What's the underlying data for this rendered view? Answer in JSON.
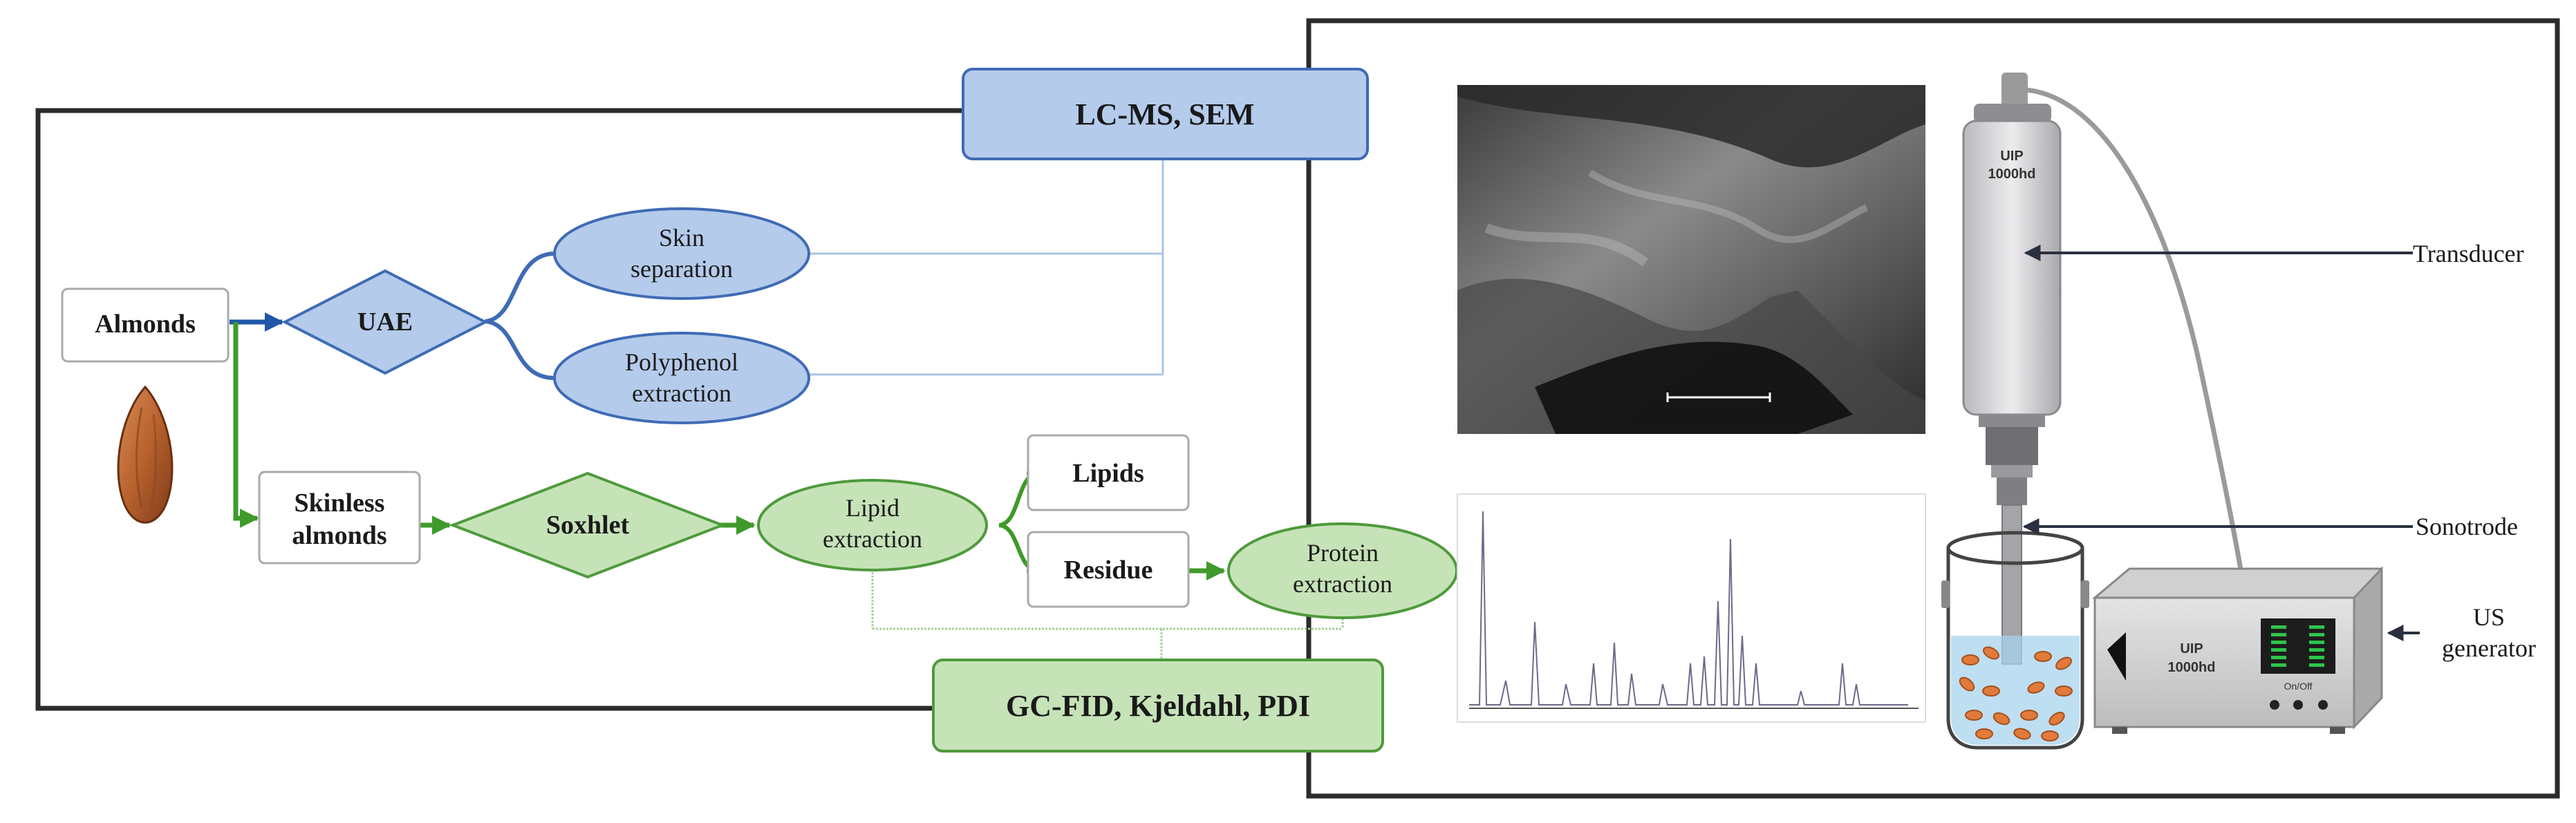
{
  "nodes": {
    "almonds": "Almonds",
    "uae": "UAE",
    "skin_sep_1": "Skin",
    "skin_sep_2": "separation",
    "polyphenol_1": "Polyphenol",
    "polyphenol_2": "extraction",
    "skinless_1": "Skinless",
    "skinless_2": "almonds",
    "soxhlet": "Soxhlet",
    "lipid_ext_1": "Lipid",
    "lipid_ext_2": "extraction",
    "lipids": "Lipids",
    "residue": "Residue",
    "protein_1": "Protein",
    "protein_2": "extraction",
    "lcms": "LC-MS, SEM",
    "gcfid": "GC-FID, Kjeldahl,  PDI"
  },
  "device": {
    "transducer": "Transducer",
    "sonotrode": "Sonotrode",
    "us_gen_1": "US",
    "us_gen_2": "generator",
    "probe_label_1": "UIP",
    "probe_label_2": "1000hd",
    "gen_label_1": "UIP",
    "gen_label_2": "1000hd",
    "onoff": "On/Off"
  },
  "colors": {
    "blue_fill": "#b4cbeb",
    "blue_stroke": "#3f6bb5",
    "green_fill": "#c6e3b8",
    "green_stroke": "#4e9a3c",
    "blue_arrow": "#1f56a8",
    "green_arrow": "#3f9a2a"
  }
}
